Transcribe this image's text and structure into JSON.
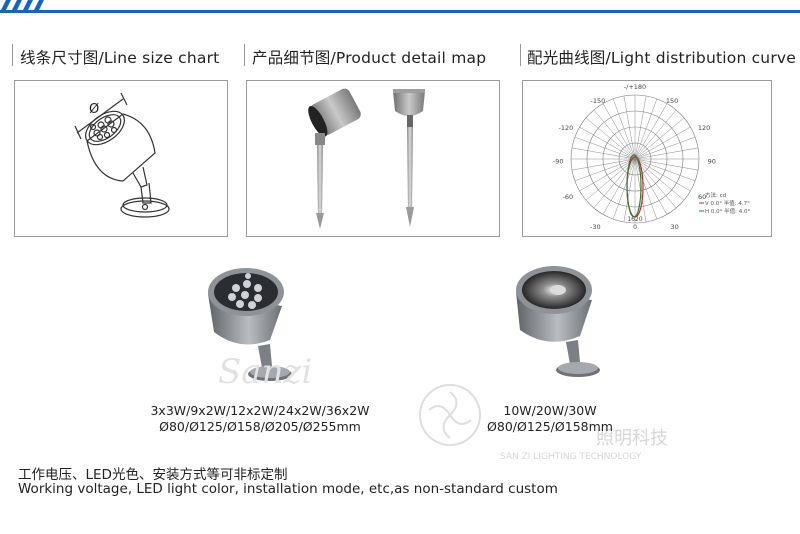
{
  "sections": [
    {
      "title": "线条尺寸图/Line size chart"
    },
    {
      "title": "产品细节图/Product detail map"
    },
    {
      "title": "配光曲线图/Light distribution curve"
    }
  ],
  "dimension_symbol": "Ø",
  "polar_chart": {
    "angle_labels": [
      "-/+180",
      "-150",
      "150",
      "-120",
      "120",
      "-90",
      "90",
      "-60",
      "60",
      "-30",
      "30"
    ],
    "center_labels": [
      "1620",
      "0"
    ],
    "legend": [
      "方法: cd",
      "V 0.0°  半值: 4.7°",
      "H 0.0°  半值: 4.0°"
    ]
  },
  "products": [
    {
      "power": "3x3W/9x2W/12x2W/24x2W/36x2W",
      "diameters": "Ø80/Ø125/Ø158/Ø205/Ø255mm"
    },
    {
      "power": "10W/20W/30W",
      "diameters": "Ø80/Ø125/Ø158mm"
    }
  ],
  "watermark": {
    "logo_text": "Sanzi",
    "company_cn": "照明科技",
    "company_en": "SAN ZI LIGHTING TECHNOLOGY"
  },
  "note_cn": "工作电压、LED光色、安装方式等可非标定制",
  "note_en": "Working voltage, LED light color, installation mode, etc,as non-standard custom",
  "colors": {
    "accent": "#1565c0",
    "curve_red": "#c62828",
    "curve_green": "#2e7d32"
  }
}
